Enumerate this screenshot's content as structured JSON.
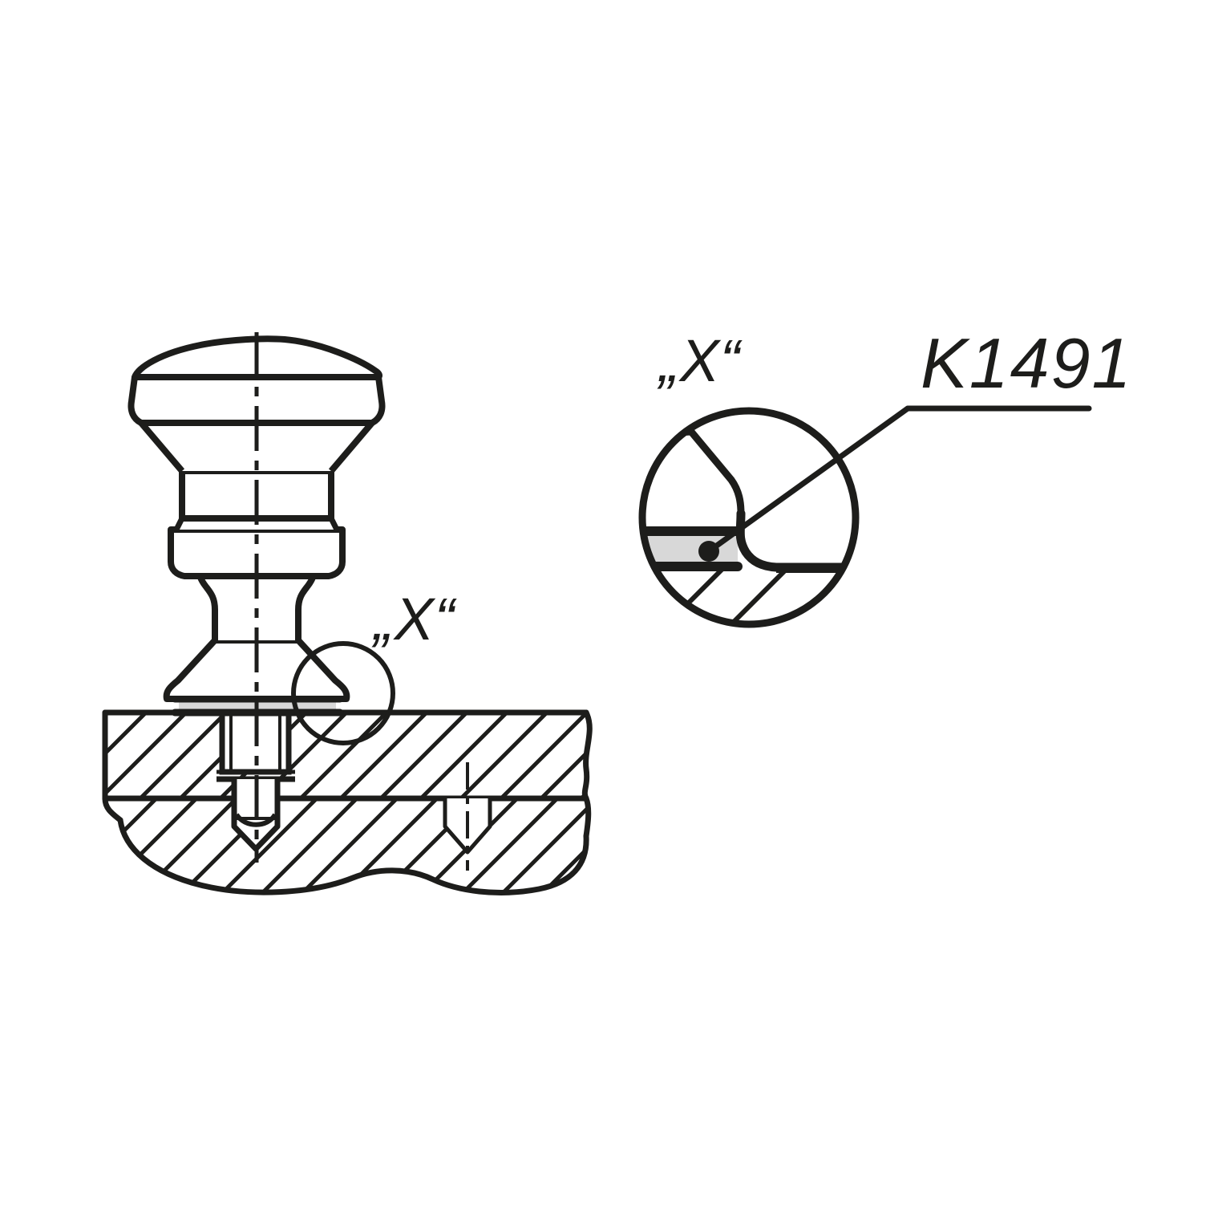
{
  "drawing": {
    "background_color": "#ffffff",
    "line_color": "#1d1d1b",
    "section_fill_color": "#d8d8d8",
    "title": "",
    "labels": {
      "detail_marker_main": "„X“",
      "detail_marker_enlarged": "„X“",
      "part_number": "K1491"
    },
    "views": [
      {
        "name": "main-section-view",
        "description": "Indexing plunger with mushroom knob shown in section, mounted through a hatched two-layer plate",
        "components": [
          {
            "name": "knob-dome-top",
            "label": ""
          },
          {
            "name": "knob-upper-band",
            "label": ""
          },
          {
            "name": "knob-taper",
            "label": ""
          },
          {
            "name": "knob-mid-cylinder",
            "label": ""
          },
          {
            "name": "knob-lower-cylinder",
            "label": ""
          },
          {
            "name": "knob-waist-neck",
            "label": ""
          },
          {
            "name": "knob-flange-cone",
            "label": ""
          },
          {
            "name": "washer-spacer",
            "label": ""
          },
          {
            "name": "threaded-bushing",
            "label": ""
          },
          {
            "name": "plunger-pin",
            "label": ""
          },
          {
            "name": "upper-plate",
            "label": ""
          },
          {
            "name": "lower-plate",
            "label": ""
          },
          {
            "name": "locating-bore",
            "label": ""
          }
        ]
      },
      {
        "name": "enlarged-detail-view",
        "description": "Circular enlarged detail X showing the washer seated between the knob flange and plate surface",
        "components": [
          {
            "name": "detail-circle",
            "label": ""
          },
          {
            "name": "washer-spacer-detail",
            "label": ""
          },
          {
            "name": "leader-line",
            "label": ""
          },
          {
            "name": "leader-dot",
            "label": ""
          }
        ]
      }
    ]
  },
  "chart_data": {
    "type": "table",
    "title": "Technical section drawing K1491 — indexing plunger",
    "categories": [
      "detail marker (main view)",
      "detail marker (enlarged view)",
      "part number"
    ],
    "values": [
      "„X“",
      "„X“",
      "K1491"
    ]
  }
}
